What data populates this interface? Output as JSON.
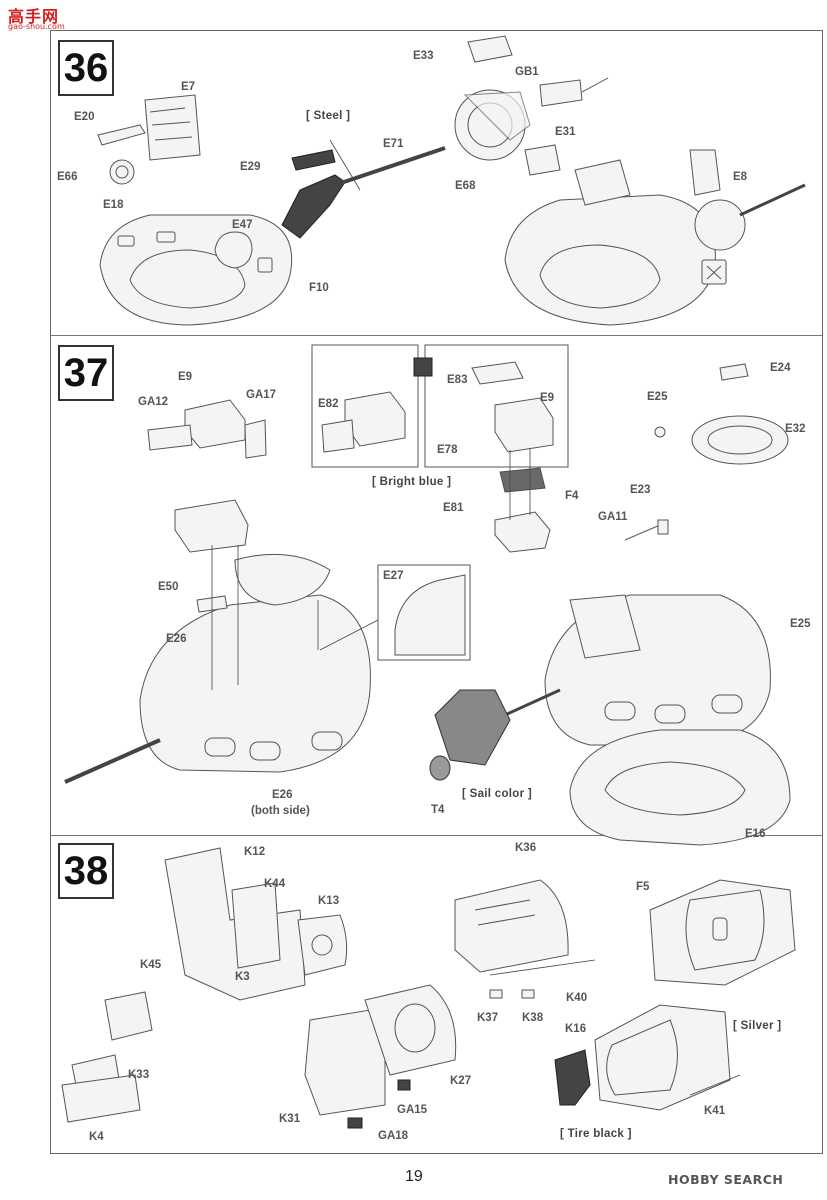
{
  "site_logo": {
    "title": "高手网",
    "url": "gao-shou.com"
  },
  "steps": [
    {
      "number": "36"
    },
    {
      "number": "37"
    },
    {
      "number": "38"
    }
  ],
  "step36": {
    "labels": [
      "E33",
      "GB1",
      "[ Steel ]",
      "E7",
      "E20",
      "E71",
      "E31",
      "E29",
      "E68",
      "E66",
      "E8",
      "E18",
      "E47",
      "F10"
    ]
  },
  "step37": {
    "labels": [
      "E9",
      "GA12",
      "GA17",
      "E82",
      "E83",
      "E9",
      "E78",
      "E24",
      "E25",
      "E32",
      "E81",
      "F4",
      "E23",
      "GA11",
      "E50",
      "E27",
      "E26",
      "E25",
      "T4",
      "E26",
      "(both side)",
      "E16"
    ],
    "notes": [
      "[ Bright blue ]",
      "[ Sail color ]"
    ]
  },
  "step38": {
    "labels": [
      "K12",
      "K36",
      "K44",
      "K13",
      "F5",
      "K45",
      "K3",
      "K40",
      "K37",
      "K38",
      "K16",
      "K33",
      "K27",
      "K31",
      "GA15",
      "K4",
      "GA18",
      "K41"
    ],
    "notes": [
      "[ Silver ]",
      "[ Tire black ]"
    ]
  },
  "page_number": "19",
  "watermark": "HOBBY SEARCH"
}
